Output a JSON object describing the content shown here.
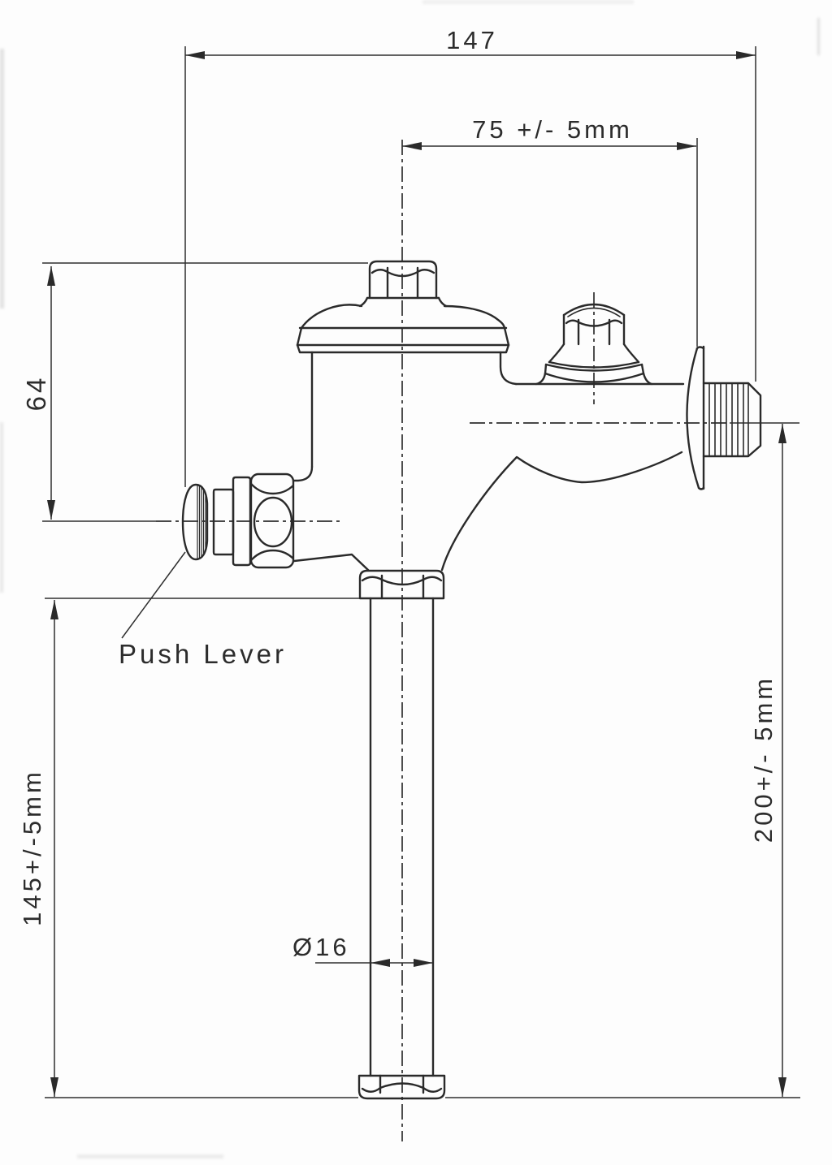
{
  "drawing": {
    "title": "push-lever-flush-valve-dimension-drawing",
    "labels": {
      "dim_total_width": "147",
      "dim_inlet_offset": "75 +/- 5mm",
      "dim_body_height": "64",
      "dim_pipe_length": "145+/-5mm",
      "dim_inlet_height": "200+/- 5mm",
      "dim_pipe_diameter": "Ø16",
      "push_lever": "Push Lever"
    },
    "colors": {
      "ink": "#2a2a2a",
      "paper": "#fdfdfd"
    }
  }
}
